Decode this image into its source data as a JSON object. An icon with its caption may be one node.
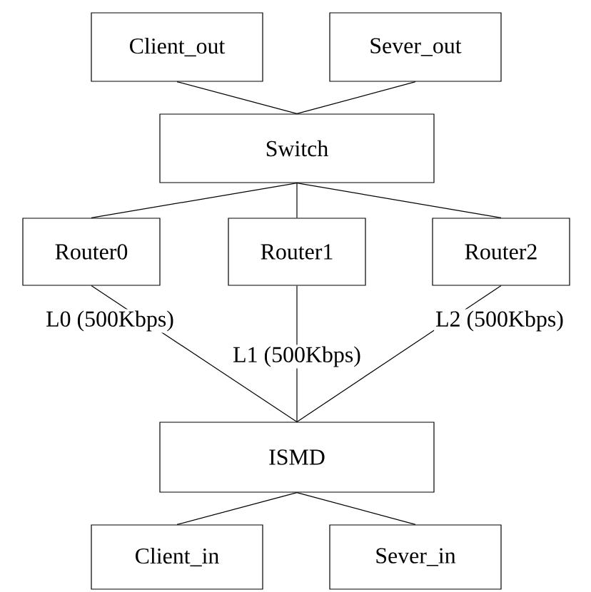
{
  "diagram": {
    "nodes": [
      {
        "text": [
          "Client_out"
        ]
      },
      {
        "text": [
          "Sever_out"
        ]
      },
      {
        "text": [
          "Switch"
        ]
      },
      {
        "text": [
          "Router0"
        ]
      },
      {
        "text": [
          "Router1"
        ]
      },
      {
        "text": [
          "Router2"
        ]
      },
      {
        "text": [
          "ISMD"
        ]
      },
      {
        "text": [
          "Client_in"
        ]
      },
      {
        "text": [
          "Sever_in"
        ]
      }
    ],
    "edges": [
      {
        "from": 0,
        "to": 2,
        "arrow": "none"
      },
      {
        "from": 1,
        "to": 2,
        "arrow": "none"
      },
      {
        "from": 2,
        "to": 3,
        "arrow": "none"
      },
      {
        "from": 2,
        "to": 4,
        "arrow": "none"
      },
      {
        "from": 2,
        "to": 5,
        "arrow": "none"
      },
      {
        "from": 3,
        "to": 6,
        "arrow": "none",
        "label": "L0 (500Kbps)"
      },
      {
        "from": 4,
        "to": 6,
        "arrow": "none",
        "label": "L1 (500Kbps)"
      },
      {
        "from": 5,
        "to": 6,
        "arrow": "none",
        "label": "L2 (500Kbps)"
      },
      {
        "from": 6,
        "to": 7,
        "arrow": "none"
      },
      {
        "from": 6,
        "to": 8,
        "arrow": "none"
      }
    ]
  }
}
